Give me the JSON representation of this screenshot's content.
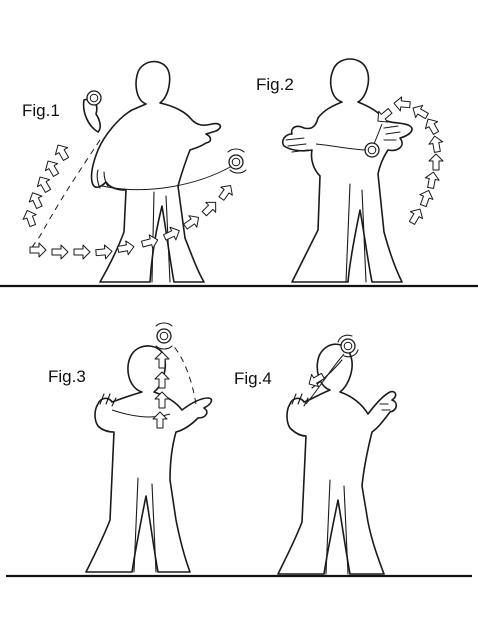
{
  "figures": [
    {
      "id": "fig1",
      "label": "Fig.1"
    },
    {
      "id": "fig2",
      "label": "Fig.2"
    },
    {
      "id": "fig3",
      "label": "Fig.3"
    },
    {
      "id": "fig4",
      "label": "Fig.4"
    }
  ],
  "colors": {
    "ink": "#1a1a1a",
    "background": "#ffffff"
  },
  "icons": {
    "yoyo": "yoyo-icon",
    "motion_arrow": "motion-arrow-icon",
    "spin_indicator": "spin-indicator-icon"
  }
}
